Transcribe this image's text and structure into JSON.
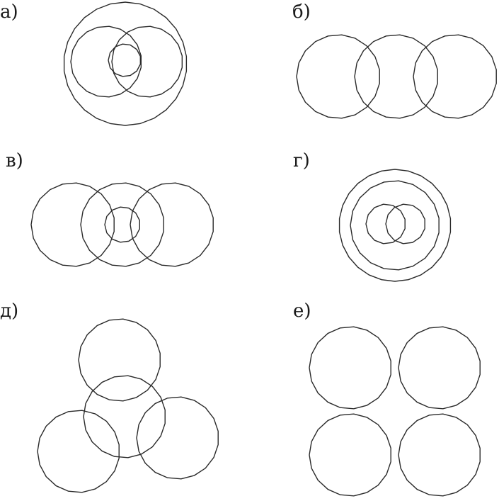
{
  "panels": [
    {
      "id": "a",
      "label": "а)",
      "circle_count": 4
    },
    {
      "id": "b",
      "label": "б)",
      "circle_count": 3
    },
    {
      "id": "v",
      "label": "в)",
      "circle_count": 4
    },
    {
      "id": "g",
      "label": "г)",
      "circle_count": 4
    },
    {
      "id": "d",
      "label": "д)",
      "circle_count": 4
    },
    {
      "id": "e",
      "label": "е)",
      "circle_count": 4
    }
  ],
  "colors": {
    "stroke": "#2a2a2a",
    "background": "#ffffff"
  }
}
